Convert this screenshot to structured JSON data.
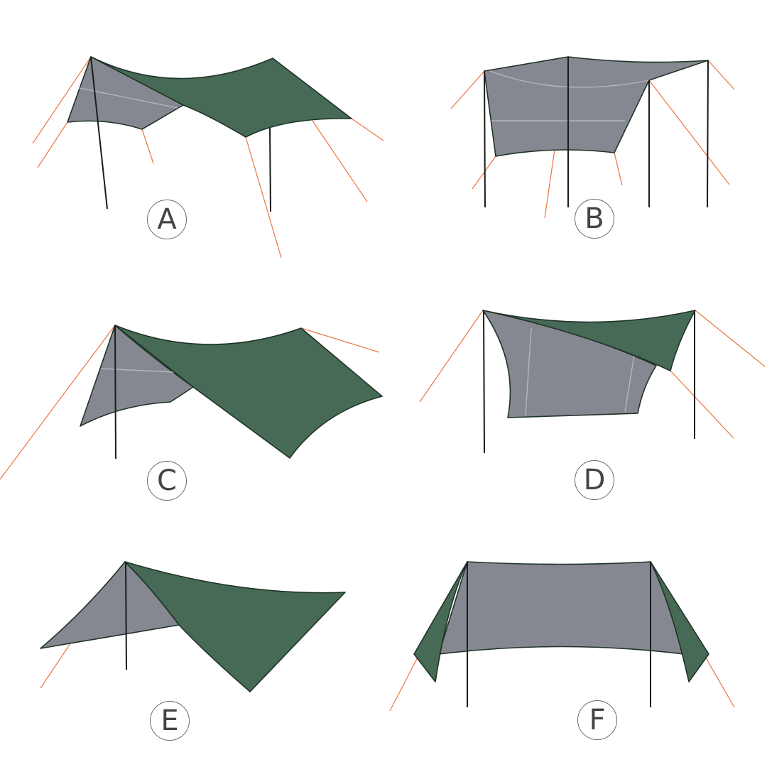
{
  "panels": [
    {
      "label": "A"
    },
    {
      "label": "B"
    },
    {
      "label": "C"
    },
    {
      "label": "D"
    },
    {
      "label": "E"
    },
    {
      "label": "F"
    }
  ],
  "colors": {
    "tarp_top": "#466a55",
    "tarp_underside": "#868891",
    "outline": "#1f3328",
    "pole": "#1b1b1b",
    "guy_line": "#e9763f"
  }
}
